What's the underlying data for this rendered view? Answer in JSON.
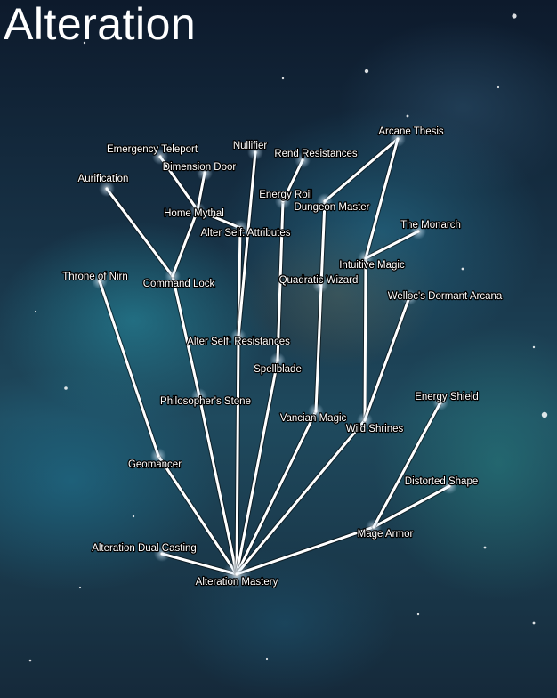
{
  "title": "Alteration",
  "nodes": [
    {
      "id": "alteration-mastery",
      "label": "Alteration Mastery"
    },
    {
      "id": "alteration-dual-casting",
      "label": "Alteration Dual Casting"
    },
    {
      "id": "geomancer",
      "label": "Geomancer"
    },
    {
      "id": "throne-of-nirn",
      "label": "Throne of Nirn"
    },
    {
      "id": "philosophers-stone",
      "label": "Philosopher's Stone"
    },
    {
      "id": "alter-self-resistances",
      "label": "Alter Self: Resistances"
    },
    {
      "id": "command-lock",
      "label": "Command Lock"
    },
    {
      "id": "aurification",
      "label": "Aurification"
    },
    {
      "id": "emergency-teleport",
      "label": "Emergency Teleport"
    },
    {
      "id": "dimension-door",
      "label": "Dimension Door"
    },
    {
      "id": "home-mythal",
      "label": "Home Mythal"
    },
    {
      "id": "alter-self-attributes",
      "label": "Alter Self: Attributes"
    },
    {
      "id": "nullifier",
      "label": "Nullifier"
    },
    {
      "id": "spellblade",
      "label": "Spellblade"
    },
    {
      "id": "energy-roil",
      "label": "Energy Roil"
    },
    {
      "id": "rend-resistances",
      "label": "Rend Resistances"
    },
    {
      "id": "vancian-magic",
      "label": "Vancian Magic"
    },
    {
      "id": "quadratic-wizard",
      "label": "Quadratic Wizard"
    },
    {
      "id": "dungeon-master",
      "label": "Dungeon Master"
    },
    {
      "id": "arcane-thesis",
      "label": "Arcane Thesis"
    },
    {
      "id": "wild-shrines",
      "label": "Wild Shrines"
    },
    {
      "id": "intuitive-magic",
      "label": "Intuitive Magic"
    },
    {
      "id": "the-monarch",
      "label": "The Monarch"
    },
    {
      "id": "wellocs-dormant-arcana",
      "label": "Welloc's Dormant Arcana"
    },
    {
      "id": "mage-armor",
      "label": "Mage Armor"
    },
    {
      "id": "distorted-shape",
      "label": "Distorted Shape"
    },
    {
      "id": "energy-shield",
      "label": "Energy Shield"
    }
  ],
  "edges": [
    [
      "alteration-mastery",
      "alteration-dual-casting"
    ],
    [
      "alteration-mastery",
      "geomancer"
    ],
    [
      "geomancer",
      "throne-of-nirn"
    ],
    [
      "alteration-mastery",
      "philosophers-stone"
    ],
    [
      "philosophers-stone",
      "command-lock"
    ],
    [
      "command-lock",
      "aurification"
    ],
    [
      "command-lock",
      "home-mythal"
    ],
    [
      "home-mythal",
      "emergency-teleport"
    ],
    [
      "home-mythal",
      "dimension-door"
    ],
    [
      "alteration-mastery",
      "alter-self-resistances"
    ],
    [
      "alter-self-resistances",
      "alter-self-attributes"
    ],
    [
      "alter-self-attributes",
      "home-mythal"
    ],
    [
      "alter-self-resistances",
      "nullifier"
    ],
    [
      "alteration-mastery",
      "spellblade"
    ],
    [
      "spellblade",
      "energy-roil"
    ],
    [
      "energy-roil",
      "rend-resistances"
    ],
    [
      "alteration-mastery",
      "vancian-magic"
    ],
    [
      "vancian-magic",
      "dungeon-master"
    ],
    [
      "dungeon-master",
      "arcane-thesis"
    ],
    [
      "alteration-mastery",
      "wild-shrines"
    ],
    [
      "wild-shrines",
      "intuitive-magic"
    ],
    [
      "intuitive-magic",
      "arcane-thesis"
    ],
    [
      "intuitive-magic",
      "the-monarch"
    ],
    [
      "wild-shrines",
      "wellocs-dormant-arcana"
    ],
    [
      "alteration-mastery",
      "mage-armor"
    ],
    [
      "mage-armor",
      "distorted-shape"
    ],
    [
      "mage-armor",
      "energy-shield"
    ]
  ]
}
